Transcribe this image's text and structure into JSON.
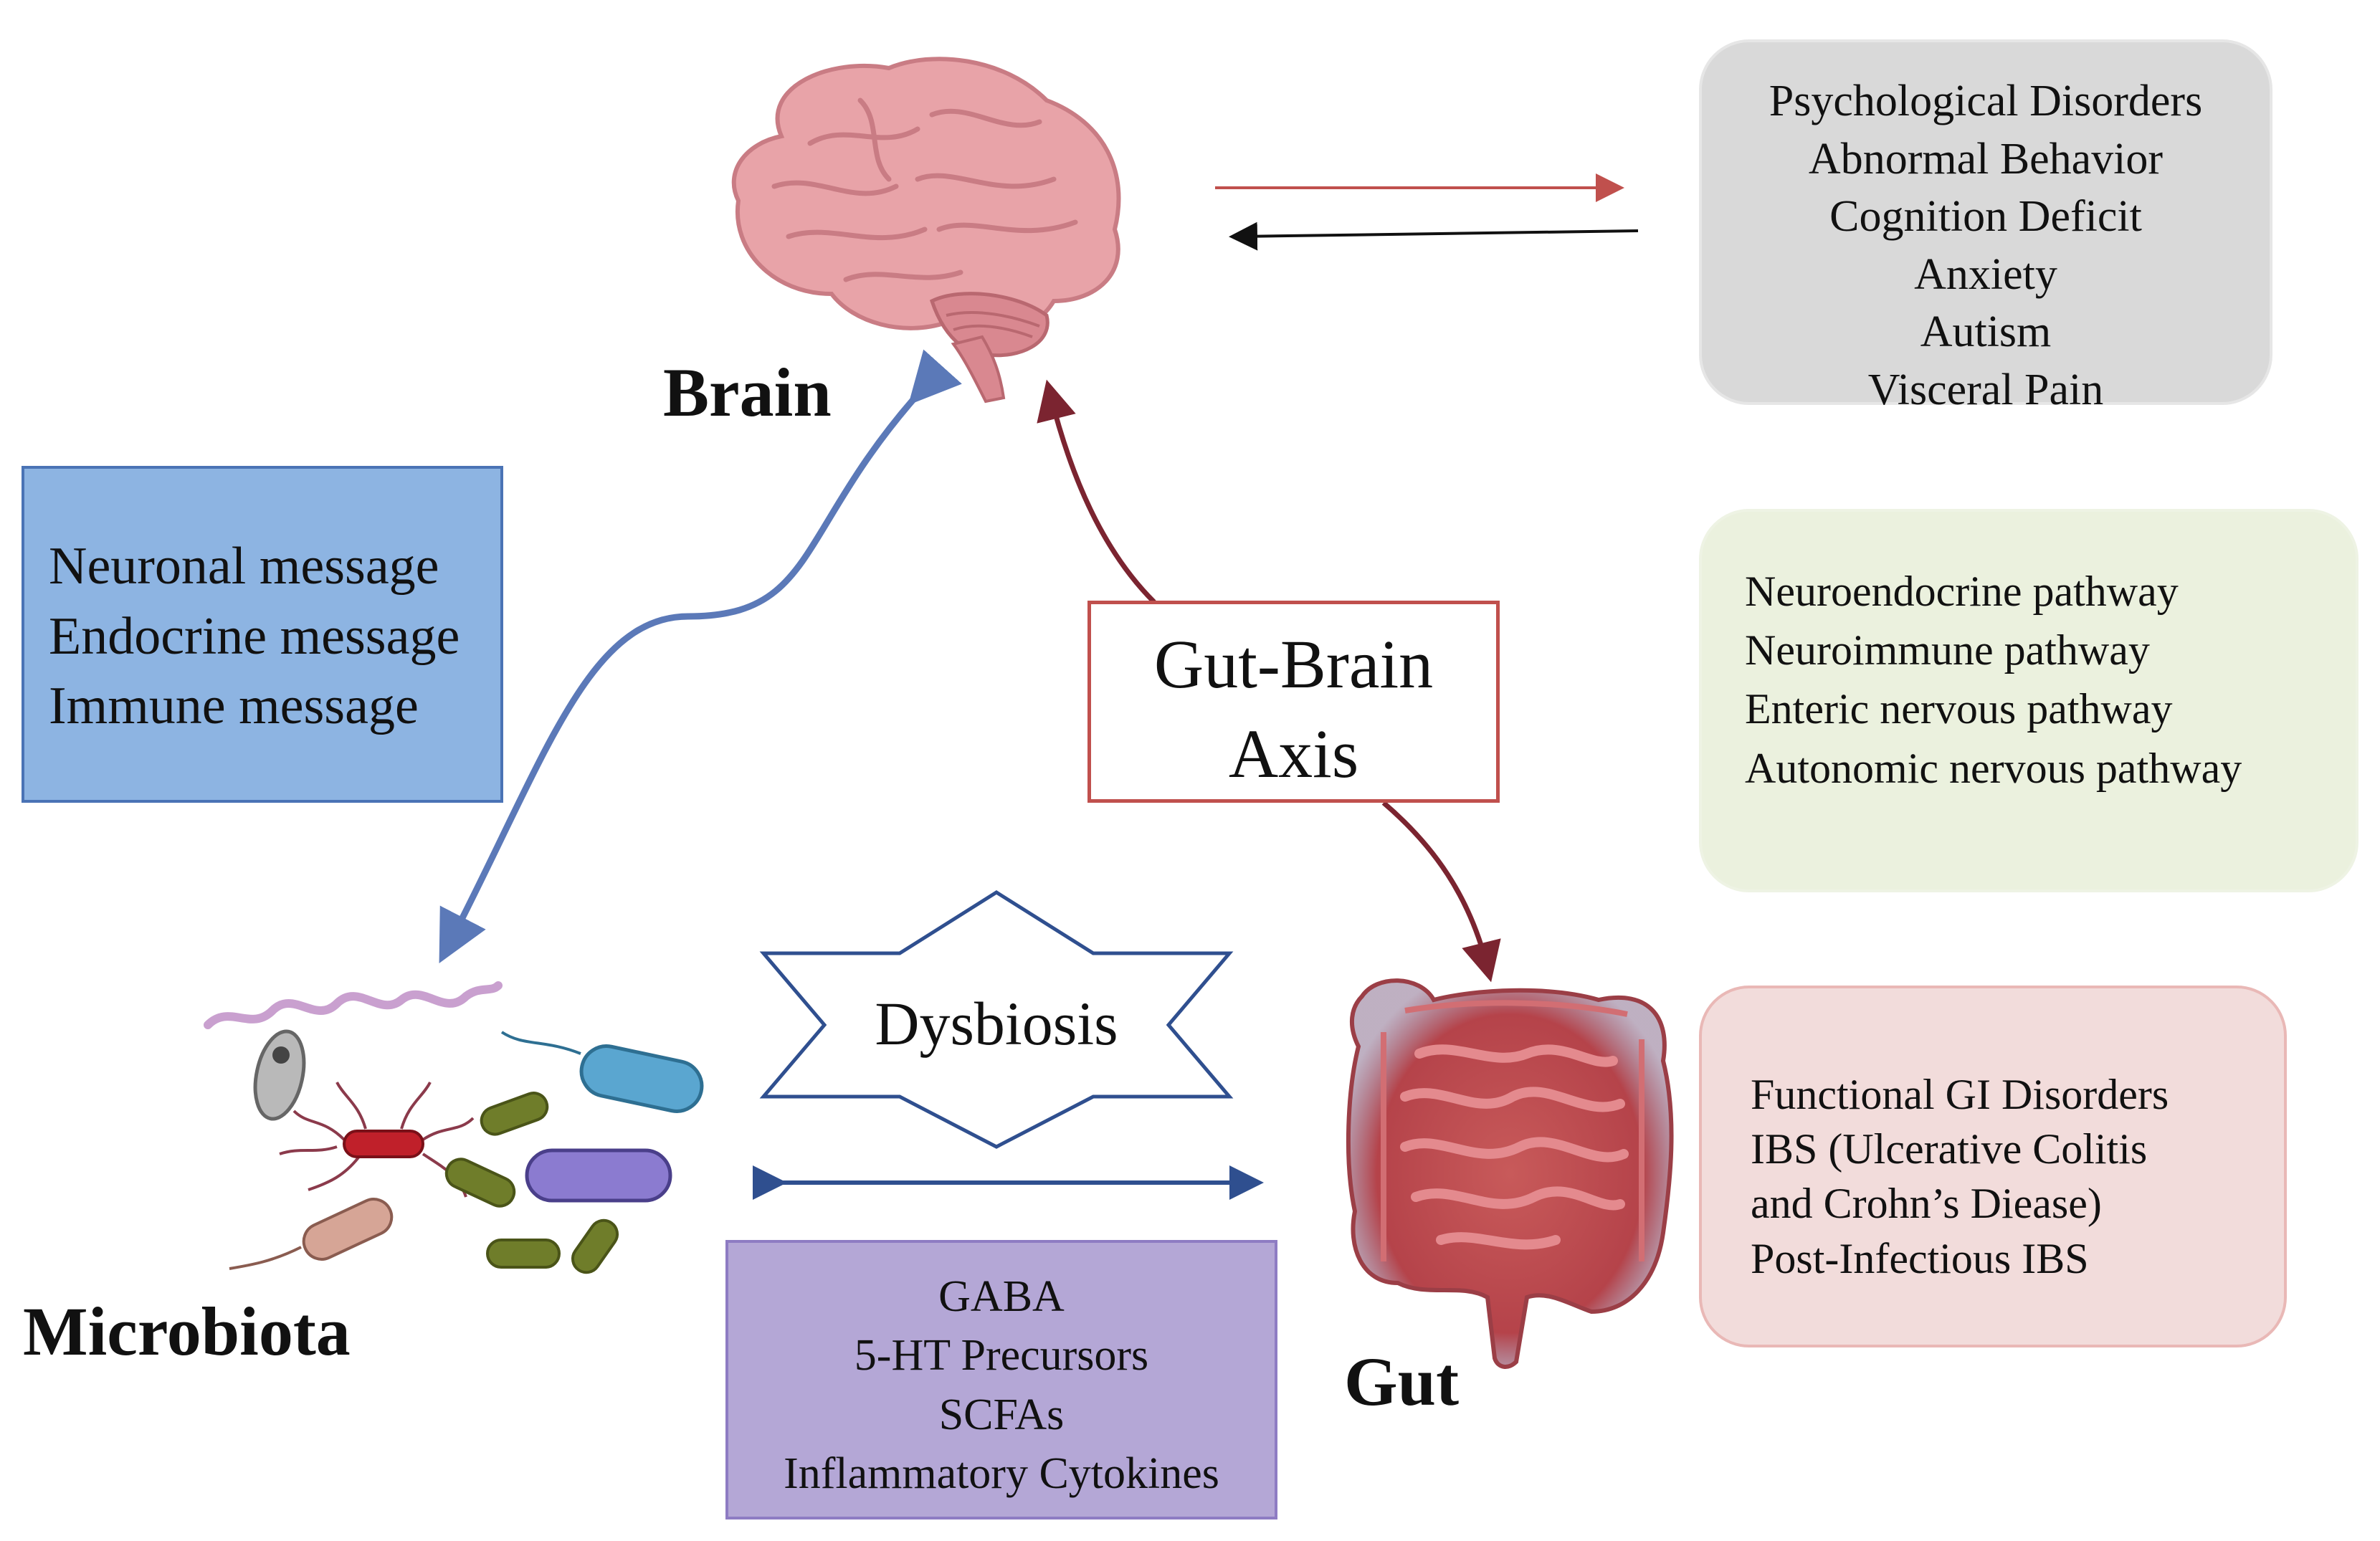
{
  "nodes": {
    "brain": {
      "label": "Brain"
    },
    "microbiota": {
      "label": "Microbiota"
    },
    "gut": {
      "label": "Gut"
    }
  },
  "axis_box": {
    "line1": "Gut-Brain",
    "line2": "Axis"
  },
  "dysbiosis": {
    "label": "Dysbiosis"
  },
  "messages": {
    "items": [
      "Neuronal message",
      "Endocrine message",
      "Immune message"
    ]
  },
  "brain_outcomes": {
    "items": [
      "Psychological Disorders",
      "Abnormal Behavior",
      "Cognition Deficit",
      "Anxiety",
      "Autism",
      "Visceral Pain"
    ]
  },
  "pathways": {
    "items": [
      "Neuroendocrine pathway",
      "Neuroimmune pathway",
      "Enteric nervous pathway",
      "Autonomic nervous pathway"
    ]
  },
  "gut_outcomes": {
    "items": [
      "Functional GI Disorders",
      "IBS (Ulcerative Colitis",
      "and Crohn’s Diease)",
      "Post-Infectious IBS"
    ]
  },
  "metabolites": {
    "items": [
      "GABA",
      "5-HT Precursors",
      "SCFAs",
      "Inflammatory Cytokines"
    ]
  },
  "colors": {
    "messages_fill": "#8db4e2",
    "messages_border": "#4a73b5",
    "brain_outcomes_fill": "#d9d9d9",
    "pathways_fill": "#ebf1de",
    "gut_outcomes_fill": "#f2dcdb",
    "metabolites_fill": "#b4a7d6",
    "metabolites_border": "#8e7cc3",
    "axis_border": "#c0504d",
    "blue_arrow": "#5b79b8",
    "dark_red_arrow": "#7b2430",
    "navy_arrow": "#2f4f8f"
  }
}
